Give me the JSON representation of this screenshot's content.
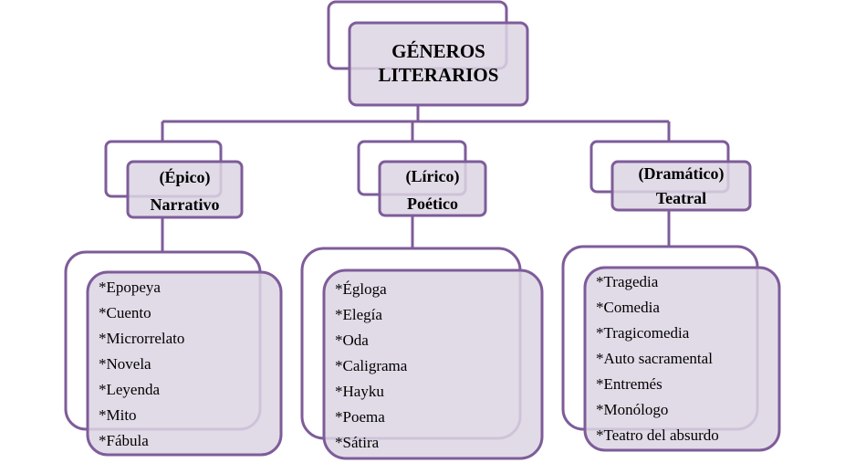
{
  "colors": {
    "stroke": "#7e5c9a",
    "fill": "#dcd5e3"
  },
  "root": {
    "line1": "GÉNEROS",
    "line2": "LITERARIOS"
  },
  "branches": [
    {
      "line1": "(Épico)",
      "line2": "Narrativo",
      "items": [
        "*Epopeya",
        "*Cuento",
        "*Microrrelato",
        "*Novela",
        "*Leyenda",
        "*Mito",
        "*Fábula"
      ]
    },
    {
      "line1": "(Lírico)",
      "line2": "Poético",
      "items": [
        "*Égloga",
        "*Elegía",
        "*Oda",
        "*Caligrama",
        "*Hayku",
        "*Poema",
        "*Sátira"
      ]
    },
    {
      "line1": "(Dramático)",
      "line2": "Teatral",
      "items": [
        "*Tragedia",
        "*Comedia",
        "*Tragicomedia",
        "*Auto sacramental",
        "*Entremés",
        "*Monólogo",
        "*Teatro del absurdo"
      ]
    }
  ]
}
